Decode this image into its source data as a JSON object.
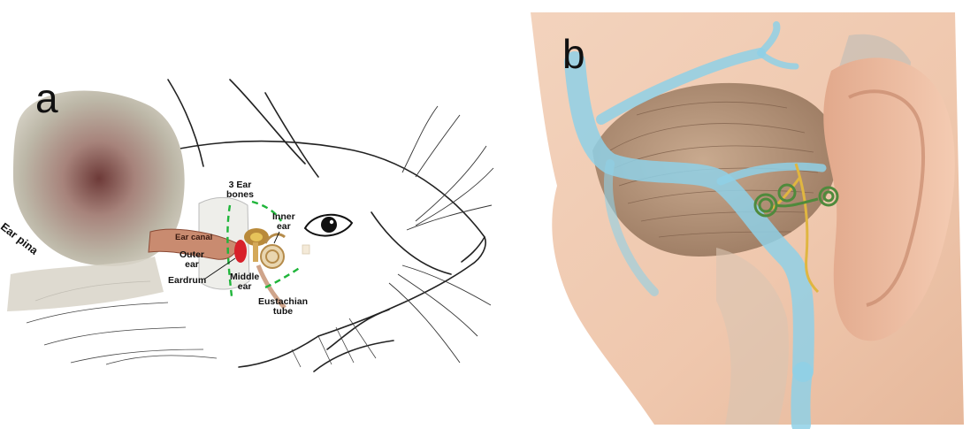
{
  "panels": {
    "a": {
      "letter": "a",
      "labels": {
        "ear_pina": "Ear pina",
        "three_ear_bones": "3 Ear\nbones",
        "inner_ear": "Inner\near",
        "ear_canal": "Ear canal",
        "outer_ear": "Outer\near",
        "eardrum": "Eardrum",
        "middle_ear": "Middle\near",
        "eustachian_tube": "Eustachian\ntube"
      }
    },
    "b": {
      "letter": "b"
    }
  },
  "colors": {
    "vein_blue": "#8fd0e6",
    "nerve_yellow": "#e0b640",
    "cochlea_green": "#4f8a3c",
    "skin": "#efc7ad",
    "dashed_green": "#1fb53a",
    "eardrum_red": "#d8202a"
  }
}
